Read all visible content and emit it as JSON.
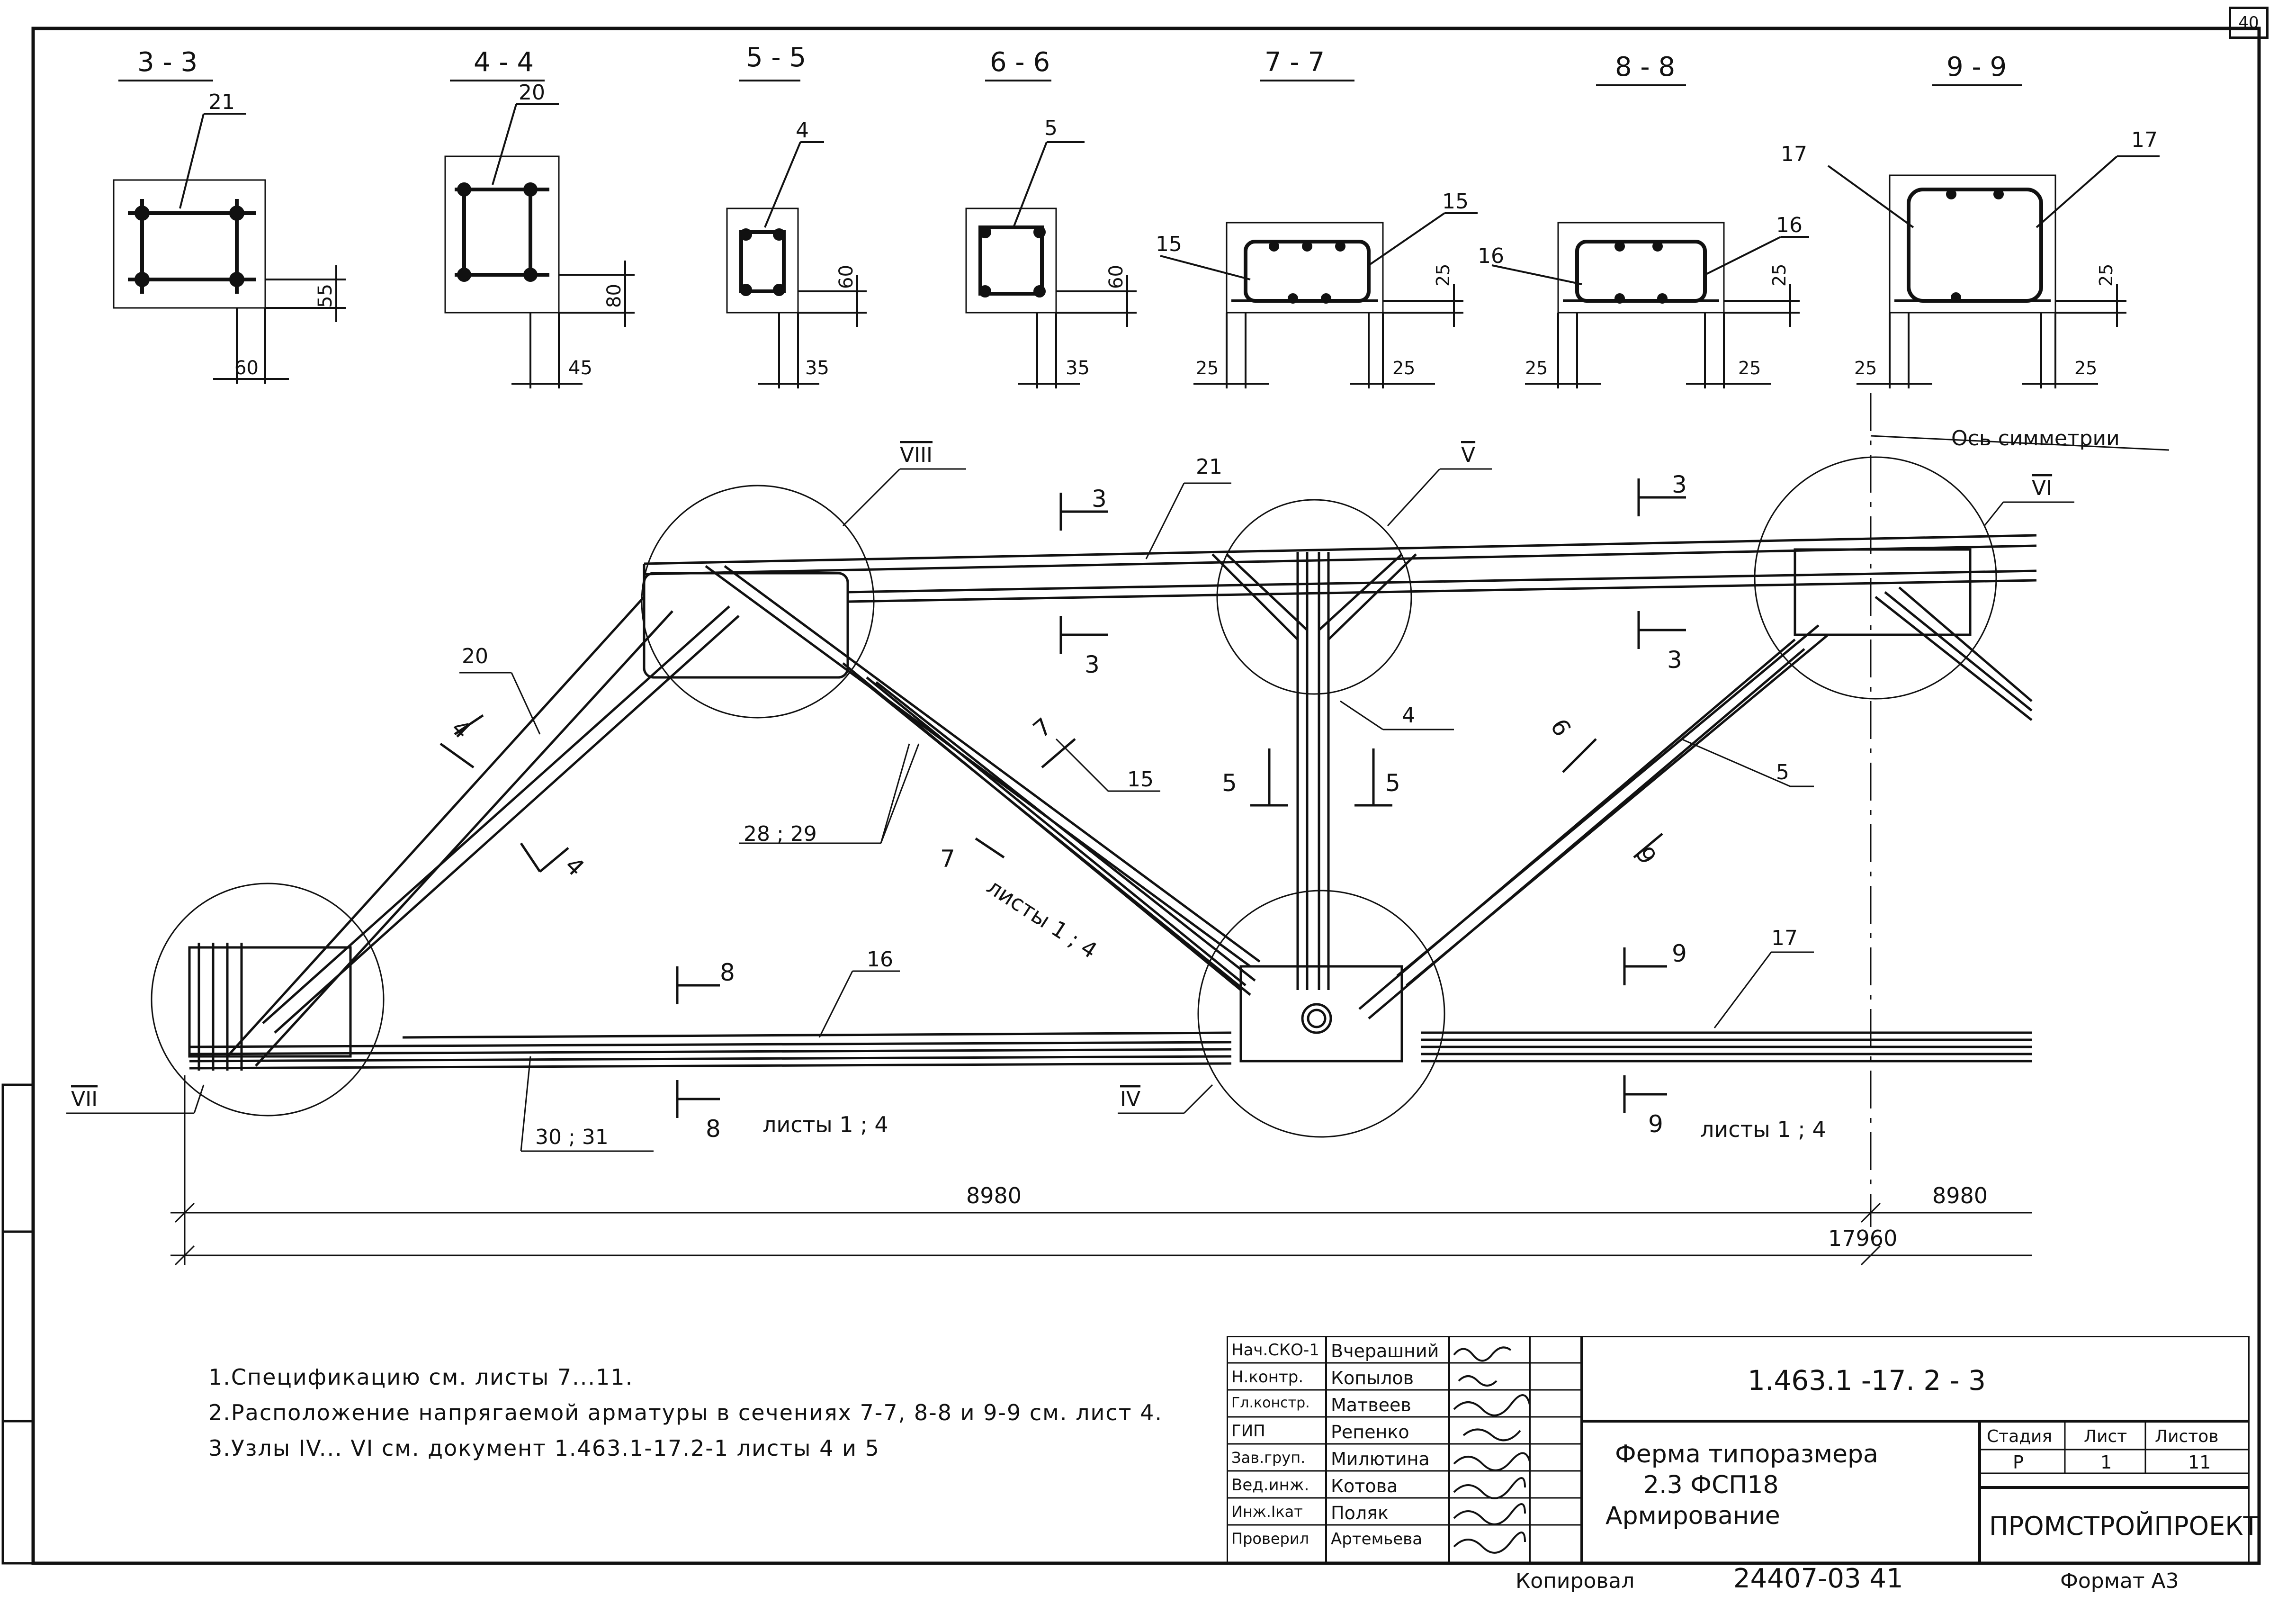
{
  "sheet_number": "40",
  "sections": [
    {
      "id": "3-3",
      "label": "3 - 3",
      "bar": "21",
      "dim_vertical": "55",
      "dim_horizontal": "60"
    },
    {
      "id": "4-4",
      "label": "4 - 4",
      "bar": "20",
      "dim_vertical": "80",
      "dim_horizontal": "45"
    },
    {
      "id": "5-5",
      "label": "5 - 5",
      "bar": "4",
      "dim_vertical": "60",
      "dim_horizontal": "35"
    },
    {
      "id": "6-6",
      "label": "6 - 6",
      "bar": "5",
      "dim_vertical": "60",
      "dim_horizontal": "35"
    },
    {
      "id": "7-7",
      "label": "7 - 7",
      "bar_left": "15",
      "bar_right": "15",
      "dim_vertical": "25",
      "dim_left": "25",
      "dim_right": "25"
    },
    {
      "id": "8-8",
      "label": "8 - 8",
      "bar_left": "16",
      "bar_right": "16",
      "dim_vertical": "25",
      "dim_left": "25",
      "dim_right": "25"
    },
    {
      "id": "9-9",
      "label": "9 - 9",
      "bar_left": "17",
      "bar_right": "17",
      "dim_vertical": "25",
      "dim_left": "25",
      "dim_right": "25"
    }
  ],
  "truss": {
    "symmetry_axis": "Ось симметрии",
    "nodes": [
      "VIII",
      "V",
      "VI",
      "VII",
      "IV"
    ],
    "bars": {
      "top_chord": "21",
      "left_diag": "20",
      "vertical": "4",
      "right_diag": "5",
      "mid_diag": "15",
      "bottom_left": "16",
      "bottom_right": "17",
      "tendons_diag": "28 ; 29",
      "tendons_bottom": "30 ; 31"
    },
    "cuts": {
      "c3": "3",
      "c4": "4",
      "c5": "5",
      "c6": "6",
      "c7": "7",
      "c8": "8",
      "c9": "9"
    },
    "sheets_note": "листы 1 ; 4",
    "dim_half_left": "8980",
    "dim_half_right": "8980",
    "dim_total": "17960"
  },
  "notes": [
    "1.Спецификацию см. листы 7...11.",
    "2.Расположение напрягаемой арматуры в сечениях 7-7, 8-8 и 9-9 см. лист 4.",
    "3.Узлы IV... VI см. документ 1.463.1-17.2-1 листы 4 и 5"
  ],
  "title_block": {
    "roles": [
      {
        "role": "Нач.СКО-1",
        "name": "Вчерашний"
      },
      {
        "role": "Н.контр.",
        "name": "Копылов"
      },
      {
        "role": "Гл.констр.",
        "name": "Матвеев"
      },
      {
        "role": "ГИП",
        "name": "Репенко"
      },
      {
        "role": "Зав.груп.",
        "name": "Милютина"
      },
      {
        "role": "Вед.инж.",
        "name": "Котова"
      },
      {
        "role": "Инж.Iкат",
        "name": "Поляк"
      },
      {
        "role": "Проверил",
        "name": "Артемьева"
      }
    ],
    "doc_code": "1.463.1 -17. 2 - 3",
    "title_lines": [
      "Ферма типоразмера",
      "2.3 ФСП18",
      "Армирование"
    ],
    "stage_header": "Стадия",
    "sheet_header": "Лист",
    "sheets_header": "Листов",
    "stage": "Р",
    "sheet": "1",
    "sheets": "11",
    "organization": "ПРОМСТРОЙПРОЕКТ"
  },
  "footer": {
    "copied": "Копировал",
    "number": "24407-03   41",
    "format": "Формат А3"
  }
}
